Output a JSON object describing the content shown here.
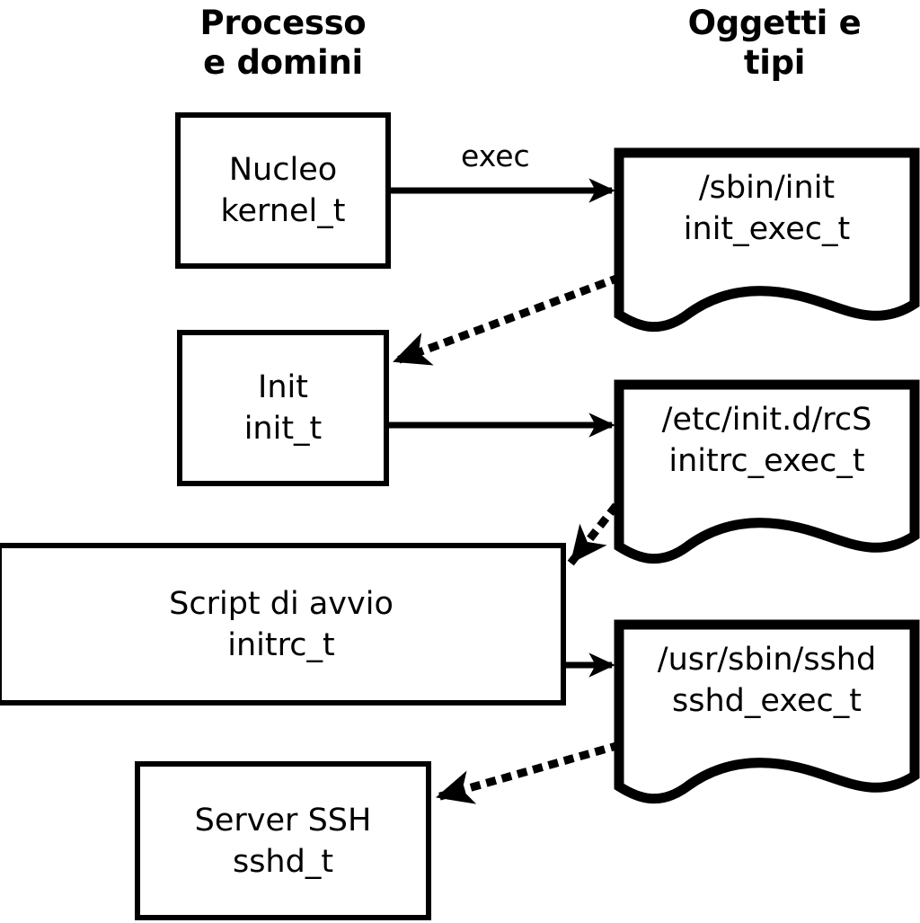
{
  "diagram": {
    "title_left": "Processo\ne domini",
    "title_right": "Oggetti e\ntipi",
    "colors": {
      "background": "#ffffff",
      "stroke": "#000000",
      "fill": "#ffffff"
    },
    "process_nodes": [
      {
        "id": "kernel",
        "label": "Nucleo\nkernel_t"
      },
      {
        "id": "init",
        "label": "Init\ninit_t"
      },
      {
        "id": "initrc",
        "label": "Script di avvio\ninitrc_t"
      },
      {
        "id": "sshd",
        "label": "Server SSH\nsshd_t"
      }
    ],
    "object_nodes": [
      {
        "id": "init_exec",
        "label": "/sbin/init\ninit_exec_t"
      },
      {
        "id": "initrc_exec",
        "label": "/etc/init.d/rcS\ninitrc_exec_t"
      },
      {
        "id": "sshd_exec",
        "label": "/usr/sbin/sshd\nsshd_exec_t"
      }
    ],
    "edges": [
      {
        "id": "kernel-exec-init_exec",
        "label": "exec",
        "style": "solid",
        "from": "kernel",
        "to": "init_exec"
      },
      {
        "id": "init_exec-transition-init",
        "label": "",
        "style": "dotted",
        "from": "init_exec",
        "to": "init"
      },
      {
        "id": "init-exec-initrc_exec",
        "label": "",
        "style": "solid",
        "from": "init",
        "to": "initrc_exec"
      },
      {
        "id": "initrc_exec-transition-initrc",
        "label": "",
        "style": "dotted",
        "from": "initrc_exec",
        "to": "initrc"
      },
      {
        "id": "initrc-exec-sshd_exec",
        "label": "",
        "style": "solid",
        "from": "initrc",
        "to": "sshd_exec"
      },
      {
        "id": "sshd_exec-transition-sshd",
        "label": "",
        "style": "dotted",
        "from": "sshd_exec",
        "to": "sshd"
      }
    ]
  }
}
